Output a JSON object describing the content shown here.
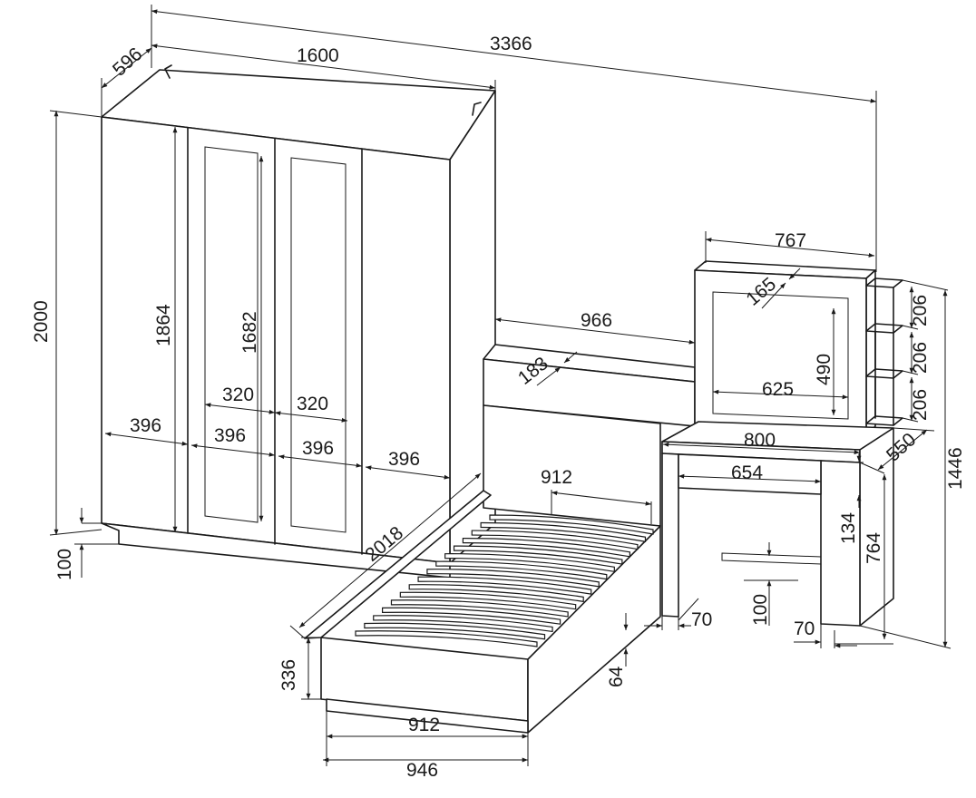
{
  "dimensions": {
    "wardrobe_total_length": "3366",
    "wardrobe_depth": "596",
    "wardrobe_width": "1600",
    "wardrobe_height": "2000",
    "wardrobe_plinth": "100",
    "wardrobe_inner_height": "1864",
    "mirror_height": "1682",
    "mirror_width_left": "320",
    "mirror_width_right": "320",
    "door_width_1": "396",
    "door_width_2": "396",
    "door_width_3": "396",
    "door_width_4": "396",
    "bed_length": "2018",
    "headboard_depth": "183",
    "headboard_span": "966",
    "bed_inner_width": "912",
    "bed_height": "336",
    "bed_leg": "64",
    "bed_base_inner": "912",
    "bed_base_outer": "946",
    "mirror_frame_width": "767",
    "mirror_frame_depth": "165",
    "mirror_glass_height": "490",
    "mirror_glass_width": "625",
    "shelf_1": "206",
    "shelf_2": "206",
    "shelf_3": "206",
    "vanity_total_height": "1446",
    "table_width": "800",
    "table_depth": "550",
    "drawer_width": "654",
    "drawer_height": "134",
    "table_height": "764",
    "table_leg_clearance": "100",
    "table_leg_left": "70",
    "table_leg_right": "70"
  }
}
